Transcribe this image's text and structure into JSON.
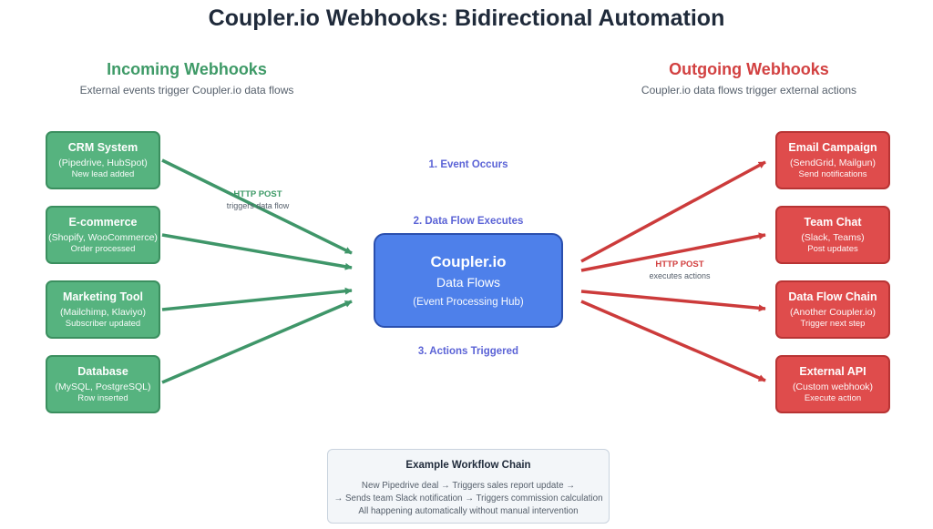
{
  "title": "Coupler.io Webhooks: Bidirectional Automation",
  "incoming": {
    "title": "Incoming Webhooks",
    "subtitle": "External events trigger Coupler.io data flows",
    "sources": [
      {
        "name": "CRM System",
        "apps": "(Pipedrive, HubSpot)",
        "event": "New lead added"
      },
      {
        "name": "E-commerce",
        "apps": "(Shopify, WooCommerce)",
        "event": "Order processed"
      },
      {
        "name": "Marketing Tool",
        "apps": "(Mailchimp, Klaviyo)",
        "event": "Subscriber updated"
      },
      {
        "name": "Database",
        "apps": "(MySQL, PostgreSQL)",
        "event": "Row inserted"
      }
    ],
    "arrow_label": "HTTP POST",
    "arrow_sublabel": "triggers data flow"
  },
  "outgoing": {
    "title": "Outgoing Webhooks",
    "subtitle": "Coupler.io data flows trigger external actions",
    "targets": [
      {
        "name": "Email Campaign",
        "apps": "(SendGrid, Mailgun)",
        "action": "Send notifications"
      },
      {
        "name": "Team Chat",
        "apps": "(Slack, Teams)",
        "action": "Post updates"
      },
      {
        "name": "Data Flow Chain",
        "apps": "(Another Coupler.io)",
        "action": "Trigger next step"
      },
      {
        "name": "External API",
        "apps": "(Custom webhook)",
        "action": "Execute action"
      }
    ],
    "arrow_label": "HTTP POST",
    "arrow_sublabel": "executes actions"
  },
  "hub": {
    "title": "Coupler.io",
    "subtitle": "Data Flows",
    "note": "(Event Processing Hub)"
  },
  "steps": [
    "1. Event Occurs",
    "2. Data Flow Executes",
    "3. Actions Triggered"
  ],
  "example": {
    "title": "Example Workflow Chain",
    "lines": [
      "New Pipedrive deal → Triggers sales report update →",
      "→ Sends team Slack notification → Triggers commission calculation",
      "All happening automatically without manual intervention"
    ]
  },
  "colors": {
    "incoming": "#56b37f",
    "incoming_arrow": "#3f9669",
    "outgoing": "#df4c4c",
    "outgoing_arrow": "#cc3b3b",
    "hub": "#4e80ea",
    "step_text": "#5b63d6"
  }
}
